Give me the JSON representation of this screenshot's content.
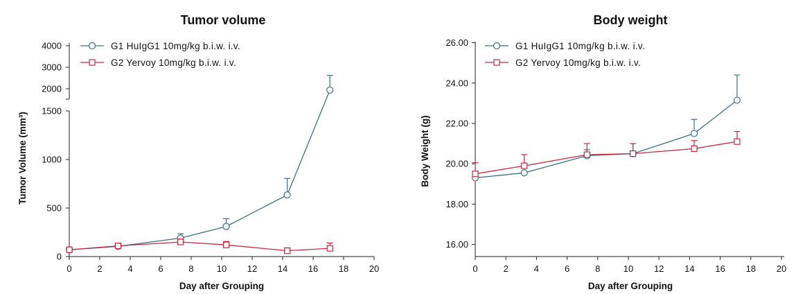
{
  "colors": {
    "g1": "#3b6f87",
    "g2": "#c8283f",
    "axis": "#222222"
  },
  "chart_data": [
    {
      "type": "line",
      "title": "Tumor volume",
      "xlabel": "Day after Grouping",
      "ylabel": "Tumor Volume (mm³)",
      "xlim": [
        0,
        20
      ],
      "xticks": [
        0,
        2,
        4,
        6,
        8,
        10,
        12,
        14,
        16,
        18,
        20
      ],
      "y_broken": true,
      "y_lower_range": [
        0,
        1500
      ],
      "y_lower_ticks": [
        0,
        500,
        1000,
        1500
      ],
      "y_upper_range": [
        2000,
        4000
      ],
      "y_upper_ticks": [
        2000,
        3000,
        4000
      ],
      "grid": false,
      "legend": "top-left",
      "series": [
        {
          "name": "G1 HuIgG1 10mg/kg b.i.w. i.v.",
          "marker": "circle",
          "x": [
            0,
            3.2,
            7.3,
            10.3,
            14.3,
            17.1
          ],
          "y": [
            70,
            105,
            190,
            310,
            635,
            1970
          ],
          "err": [
            8,
            12,
            45,
            80,
            170,
            650
          ]
        },
        {
          "name": "G2 Yervoy 10mg/kg b.i.w. i.v.",
          "marker": "square",
          "x": [
            0,
            3.2,
            7.3,
            10.3,
            14.3,
            17.1
          ],
          "y": [
            70,
            110,
            150,
            120,
            60,
            85
          ],
          "err": [
            8,
            12,
            30,
            35,
            30,
            55
          ]
        }
      ]
    },
    {
      "type": "line",
      "title": "Body weight",
      "xlabel": "Day after Grouping",
      "ylabel": "Body Weight (g)",
      "xlim": [
        0,
        20
      ],
      "xticks": [
        0,
        2,
        4,
        6,
        8,
        10,
        12,
        14,
        16,
        18,
        20
      ],
      "ylim": [
        15.4,
        26.4
      ],
      "yticks": [
        "16.00",
        "18.00",
        "20.00",
        "22.00",
        "24.00",
        "26.00"
      ],
      "grid": false,
      "legend": "top-left",
      "series": [
        {
          "name": "G1 HuIgG1 10mg/kg b.i.w. i.v.",
          "marker": "circle",
          "x": [
            0,
            3.2,
            7.3,
            10.3,
            14.3,
            17.1
          ],
          "y": [
            19.3,
            19.55,
            20.4,
            20.5,
            21.5,
            23.15
          ],
          "err": [
            0.3,
            0.05,
            0.3,
            0.5,
            0.7,
            1.25
          ]
        },
        {
          "name": "G2 Yervoy 10mg/kg b.i.w. i.v.",
          "marker": "square",
          "x": [
            0,
            3.2,
            7.3,
            10.3,
            14.3,
            17.1
          ],
          "y": [
            19.5,
            19.9,
            20.45,
            20.5,
            20.75,
            21.1
          ],
          "err": [
            0.55,
            0.55,
            0.55,
            0.5,
            0.4,
            0.5
          ]
        }
      ]
    }
  ]
}
